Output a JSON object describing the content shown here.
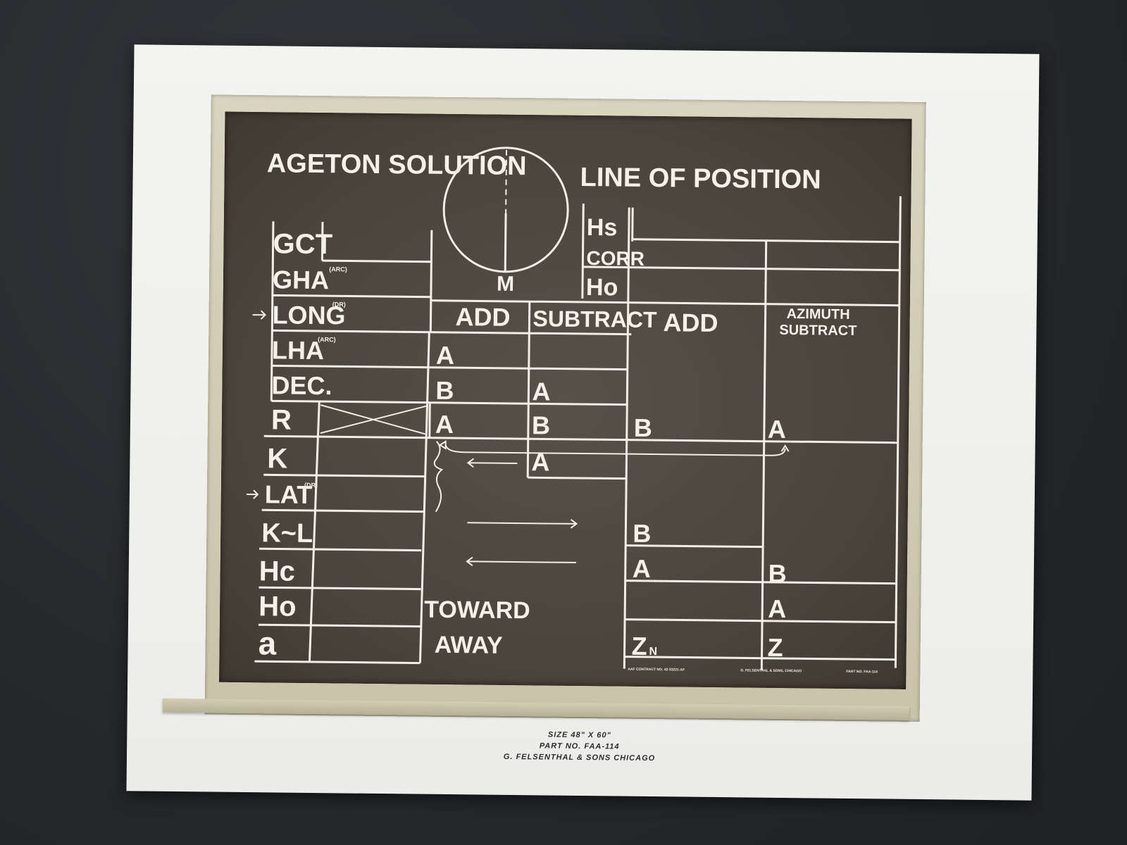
{
  "titles": {
    "left": "AGETON SOLUTION",
    "right": "LINE OF POSITION",
    "meridian": "M"
  },
  "rows": [
    "GCT",
    "GHA",
    "LONG",
    "LHA",
    "DEC.",
    "R",
    "K",
    "LAT",
    "K~L",
    "Hc",
    "Ho",
    "a"
  ],
  "row_superscripts": {
    "GHA": "(ARC)",
    "LONG": "(DR)",
    "LHA": "(ARC)",
    "LAT": "(DR)"
  },
  "lop_rows": [
    "Hs",
    "CORR",
    "Ho"
  ],
  "headers": {
    "add1": "ADD",
    "subtract1": "SUBTRACT",
    "add2": "ADD",
    "azimuth": "AZIMUTH",
    "subtract2": "SUBTRACT"
  },
  "letters": {
    "a": "A",
    "b": "B",
    "zn": "Z",
    "zn_sub": "N",
    "z": "Z"
  },
  "toward_away": [
    "TOWARD",
    "AWAY"
  ],
  "fine_print": {
    "contract": "AAF CONTRACT NO. 42-33221-AF",
    "maker": "G. FELSENTHAL & SONS, CHICAGO",
    "part": "PART NO. FAA-114"
  },
  "caption": {
    "size": "SIZE 48\" X 60\"",
    "part": "PART NO. FAA-114",
    "maker": "G. FELSENTHAL & SONS CHICAGO"
  }
}
